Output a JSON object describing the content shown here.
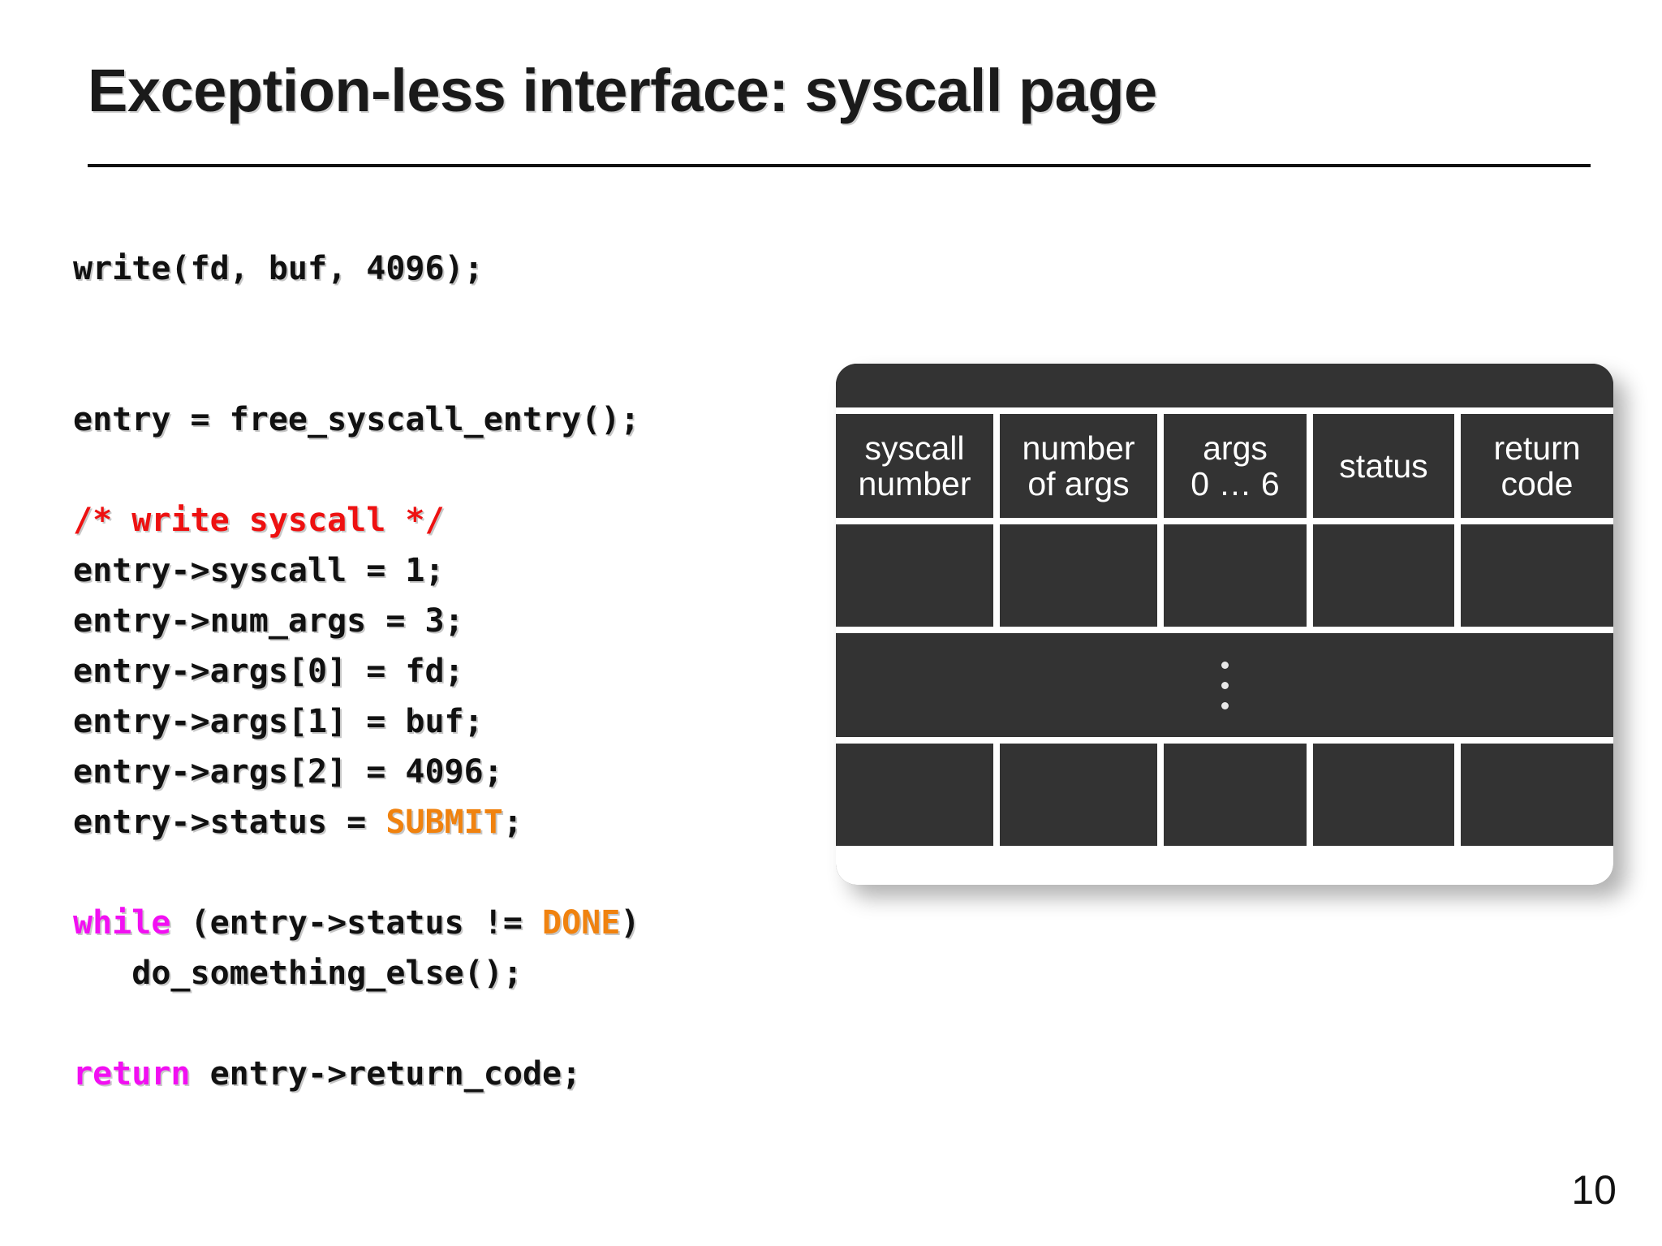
{
  "slide": {
    "title": "Exception-less interface: syscall page",
    "page_number": "10"
  },
  "code": {
    "lines": [
      {
        "id": "l1",
        "segments": [
          {
            "text": "write(fd, buf, 4096);",
            "style": "plain"
          }
        ]
      },
      {
        "id": "l2",
        "segments": []
      },
      {
        "id": "l3",
        "segments": []
      },
      {
        "id": "l4",
        "segments": [
          {
            "text": "entry = free_syscall_entry();",
            "style": "plain"
          }
        ]
      },
      {
        "id": "l5",
        "segments": []
      },
      {
        "id": "l6",
        "segments": [
          {
            "text": "/* write syscall */",
            "style": "comment"
          }
        ]
      },
      {
        "id": "l7",
        "segments": [
          {
            "text": "entry->syscall = 1;",
            "style": "plain"
          }
        ]
      },
      {
        "id": "l8",
        "segments": [
          {
            "text": "entry->num_args = 3;",
            "style": "plain"
          }
        ]
      },
      {
        "id": "l9",
        "segments": [
          {
            "text": "entry->args[0] = fd;",
            "style": "plain"
          }
        ]
      },
      {
        "id": "l10",
        "segments": [
          {
            "text": "entry->args[1] = buf;",
            "style": "plain"
          }
        ]
      },
      {
        "id": "l11",
        "segments": [
          {
            "text": "entry->args[2] = 4096;",
            "style": "plain"
          }
        ]
      },
      {
        "id": "l12",
        "segments": [
          {
            "text": "entry->status = ",
            "style": "plain"
          },
          {
            "text": "SUBMIT",
            "style": "const"
          },
          {
            "text": ";",
            "style": "plain"
          }
        ]
      },
      {
        "id": "l13",
        "segments": []
      },
      {
        "id": "l14",
        "segments": [
          {
            "text": "while",
            "style": "keyword"
          },
          {
            "text": " (entry->status != ",
            "style": "plain"
          },
          {
            "text": "DONE",
            "style": "const"
          },
          {
            "text": ")",
            "style": "plain"
          }
        ]
      },
      {
        "id": "l15",
        "segments": [
          {
            "text": "   do_something_else();",
            "style": "plain"
          }
        ]
      },
      {
        "id": "l16",
        "segments": []
      },
      {
        "id": "l17",
        "segments": [
          {
            "text": "return",
            "style": "keyword"
          },
          {
            "text": " entry->return_code;",
            "style": "plain"
          }
        ]
      }
    ],
    "colors": {
      "plain": "#111111",
      "comment": "#ee1111",
      "const": "#f0820f",
      "keyword": "#f20ff2"
    }
  },
  "syscall_page": {
    "columns": [
      {
        "key": "syscall_number",
        "line1": "syscall",
        "line2": "number"
      },
      {
        "key": "number_of_args",
        "line1": "number",
        "line2": "of args"
      },
      {
        "key": "args",
        "line1": "args",
        "line2": "0 … 6"
      },
      {
        "key": "status",
        "line1": "status",
        "line2": ""
      },
      {
        "key": "return_code",
        "line1": "return",
        "line2": "code"
      }
    ],
    "rows": [
      {
        "type": "header"
      },
      {
        "type": "blank"
      },
      {
        "type": "ellipsis"
      },
      {
        "type": "blank"
      }
    ],
    "background": "#333333",
    "border_color": "#ffffff"
  }
}
